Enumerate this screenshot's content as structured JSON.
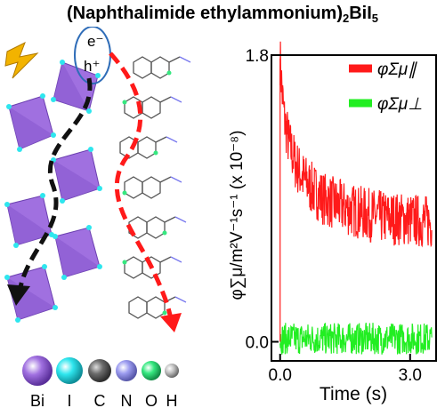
{
  "title": {
    "prefix": "(Naphthalimide ethylammonium)",
    "sub1": "2",
    "mid": "BiI",
    "sub2": "5"
  },
  "structure": {
    "electron_label": "e⁻",
    "hole_label": "h⁺"
  },
  "atom_legend": [
    {
      "symbol": "Bi",
      "color": "#a070e0"
    },
    {
      "symbol": "I",
      "color": "#2ee6ee"
    },
    {
      "symbol": "C",
      "color": "#6c6c6c"
    },
    {
      "symbol": "N",
      "color": "#9c9cf0"
    },
    {
      "symbol": "O",
      "color": "#36e880"
    },
    {
      "symbol": "H",
      "color": "#bdbdbd"
    }
  ],
  "colors": {
    "parallel": "#ff1a1a",
    "perpendicular": "#22ee22",
    "octahedron": "#a070e0",
    "arrow_red": "#ff1a1a",
    "arrow_black": "#111111"
  },
  "chart_data": {
    "type": "line",
    "xlabel": "Time (s)",
    "ylabel": "φ∑μ/m²V⁻¹s⁻¹ (x 10⁻⁸)",
    "xlim": [
      -0.2,
      3.6
    ],
    "ylim": [
      -0.12,
      1.8
    ],
    "x_ticks": [
      {
        "value": 0.0,
        "label": "0.0"
      },
      {
        "value": 3.0,
        "label": "3.0"
      }
    ],
    "y_ticks": [
      {
        "value": 0.0,
        "label": "0.0"
      },
      {
        "value": 1.8,
        "label": "1.8"
      }
    ],
    "series": [
      {
        "name": "φΣμ∥",
        "x": [
          0.0,
          0.05,
          0.1,
          0.2,
          0.35,
          0.5,
          0.7,
          1.0,
          1.3,
          1.6,
          2.0,
          2.4,
          2.8,
          3.2,
          3.5
        ],
        "y": [
          1.78,
          1.55,
          1.4,
          1.25,
          1.12,
          1.04,
          0.97,
          0.9,
          0.86,
          0.83,
          0.8,
          0.78,
          0.77,
          0.76,
          0.75
        ]
      },
      {
        "name": "φΣμ⊥",
        "x": [
          0.0,
          0.5,
          1.0,
          1.5,
          2.0,
          2.5,
          3.0,
          3.5
        ],
        "y": [
          0.02,
          0.02,
          0.02,
          0.02,
          0.02,
          0.02,
          0.02,
          0.02
        ]
      }
    ]
  }
}
